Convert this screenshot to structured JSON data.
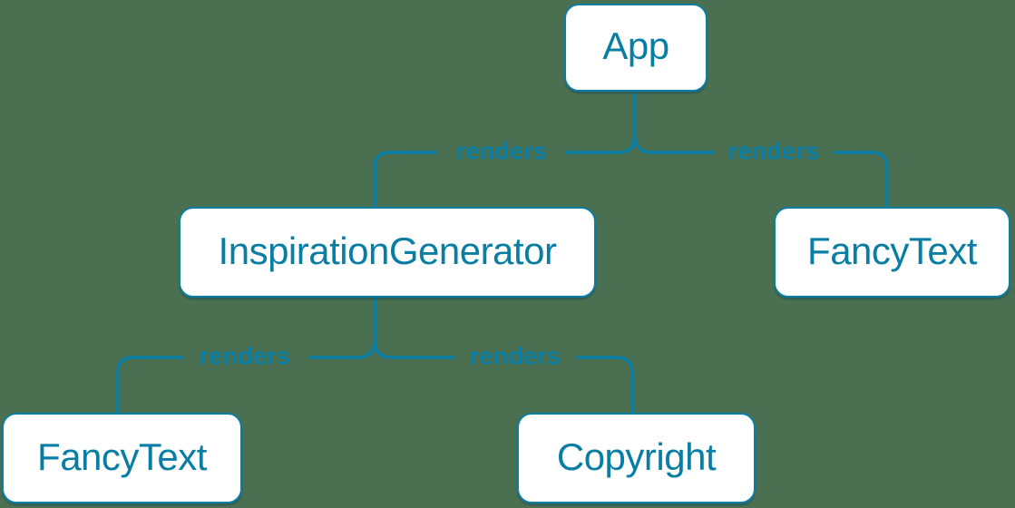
{
  "theme": {
    "background": "#4a7051",
    "line": "#0a7ea4",
    "node_fill": "#ffffff",
    "node_text": "#087ea4"
  },
  "diagram": {
    "nodes": [
      {
        "id": "app",
        "label": "App"
      },
      {
        "id": "inspiration-generator",
        "label": "InspirationGenerator"
      },
      {
        "id": "fancy-text-top",
        "label": "FancyText"
      },
      {
        "id": "fancy-text-bottom",
        "label": "FancyText"
      },
      {
        "id": "copyright",
        "label": "Copyright"
      }
    ],
    "edges": [
      {
        "from": "App",
        "to": "InspirationGenerator",
        "label": "renders"
      },
      {
        "from": "App",
        "to": "FancyText",
        "label": "renders"
      },
      {
        "from": "InspirationGenerator",
        "to": "FancyText",
        "label": "renders"
      },
      {
        "from": "InspirationGenerator",
        "to": "Copyright",
        "label": "renders"
      }
    ]
  }
}
